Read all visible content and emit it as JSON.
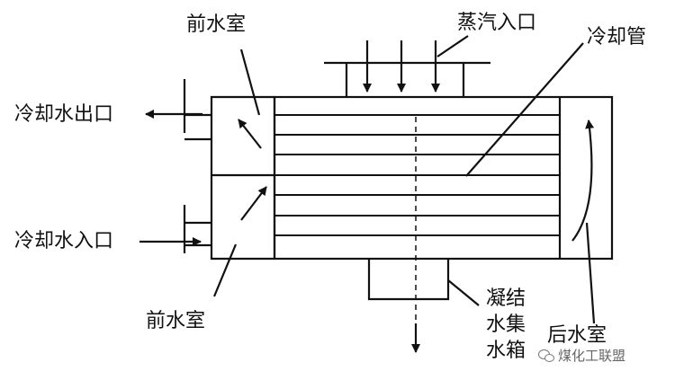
{
  "labels": {
    "front_chamber_top": "前水室",
    "steam_inlet": "蒸汽入口",
    "cooling_tube": "冷却管",
    "cooling_water_outlet": "冷却水出口",
    "cooling_water_inlet": "冷却水入口",
    "front_chamber_bottom": "前水室",
    "condensate_tank": "凝结水集水箱",
    "rear_chamber": "后水室"
  },
  "watermark": "煤化工联盟",
  "colors": {
    "line": "#111111",
    "background": "#ffffff"
  }
}
